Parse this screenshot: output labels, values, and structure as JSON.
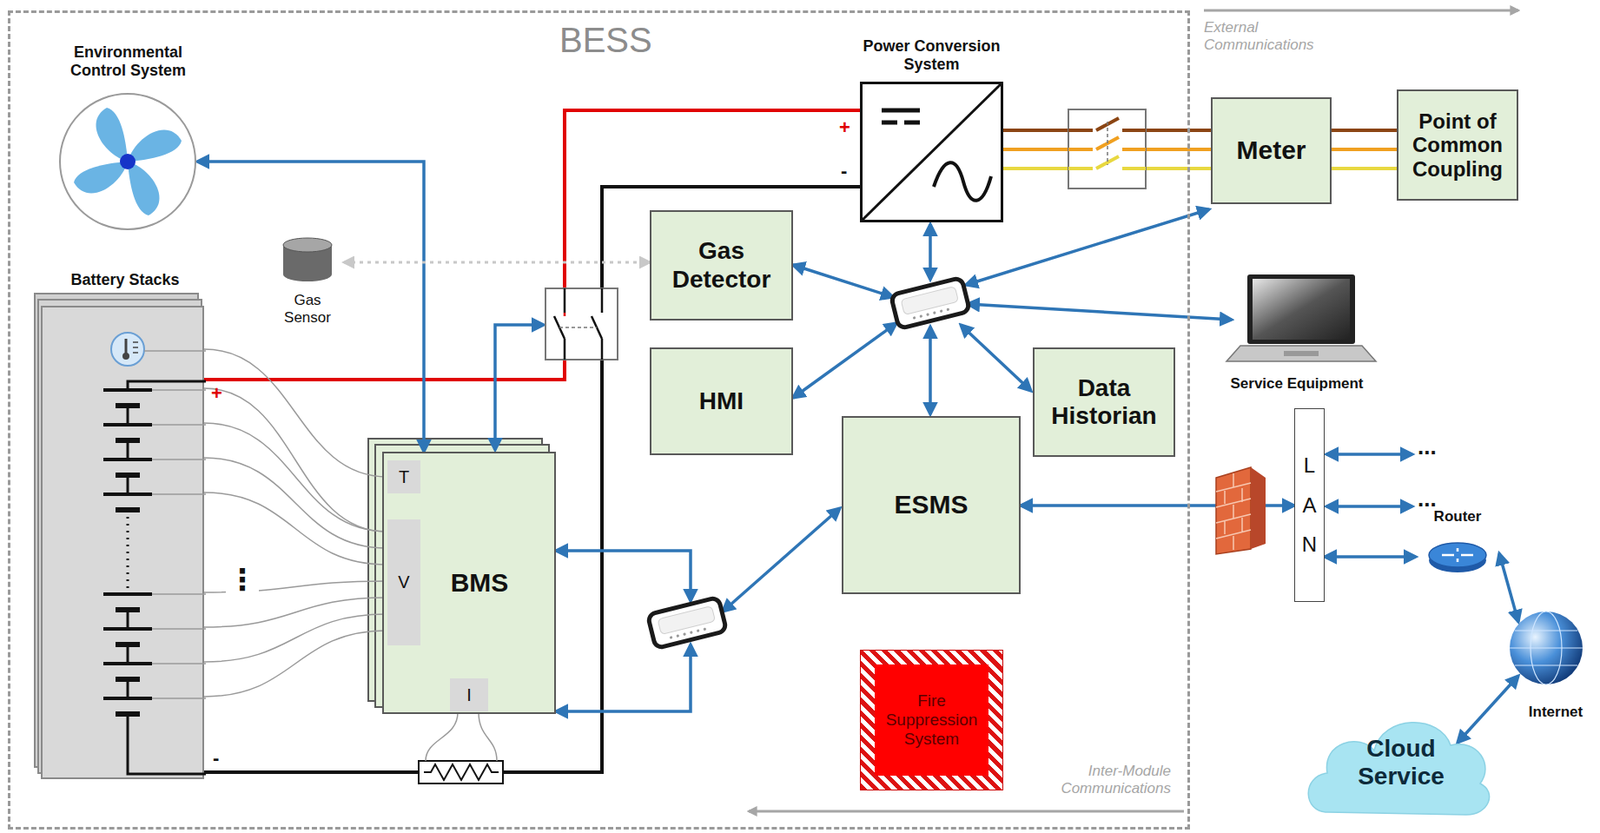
{
  "diagram": {
    "nodes": [
      {
        "text": [
          "BESS"
        ]
      },
      {
        "text": [
          "Environmental Control System"
        ],
        "in": 0
      },
      {
        "text": [
          "Power Conversion System"
        ],
        "in": 0
      },
      {
        "text": [
          "Battery Stacks"
        ],
        "in": 0
      },
      {
        "text": [
          "Gas Sensor"
        ],
        "in": 0
      },
      {
        "text": [
          "Gas Detector"
        ],
        "in": 0
      },
      {
        "text": [
          "HMI"
        ],
        "in": 0
      },
      {
        "text": [
          "Data Historian"
        ],
        "in": 0
      },
      {
        "text": [
          "ESMS"
        ],
        "in": 0
      },
      {
        "text": [
          "BMS"
        ],
        "in": 0
      },
      {
        "text": [
          "T"
        ],
        "in": 9
      },
      {
        "text": [
          "V"
        ],
        "in": 9
      },
      {
        "text": [
          "I"
        ],
        "in": 9
      },
      {
        "text": [
          "Fire Suppression System"
        ],
        "in": 0
      },
      {
        "text": [
          "Meter"
        ]
      },
      {
        "text": [
          "Point of Common Coupling"
        ]
      },
      {
        "text": [
          "Service Equipment"
        ]
      },
      {
        "text": [
          "LAN"
        ]
      },
      {
        "text": [
          "Router"
        ]
      },
      {
        "text": [
          "Internet"
        ]
      },
      {
        "text": [
          "Cloud Service"
        ]
      }
    ],
    "edges": [
      {
        "from": 9,
        "to": 1,
        "arrow": "both"
      },
      {
        "from": 4,
        "to": 5,
        "arrow": "both"
      },
      {
        "from": 3,
        "to": 10,
        "arrow": "none"
      },
      {
        "from": 3,
        "to": 11,
        "arrow": "none"
      },
      {
        "from": 8,
        "to": 17,
        "arrow": "both"
      },
      {
        "from": 17,
        "to": 18,
        "arrow": "both"
      },
      {
        "from": 18,
        "to": 19,
        "arrow": "both"
      },
      {
        "from": 19,
        "to": 20,
        "arrow": "both"
      },
      {
        "from": 2,
        "to": 14,
        "arrow": "none"
      },
      {
        "from": 14,
        "to": 15,
        "arrow": "none"
      }
    ],
    "labels": [
      "External Communications",
      "Inter-Module Communications",
      "+",
      "-",
      "+",
      "-",
      "⋮",
      "...",
      "..."
    ]
  }
}
